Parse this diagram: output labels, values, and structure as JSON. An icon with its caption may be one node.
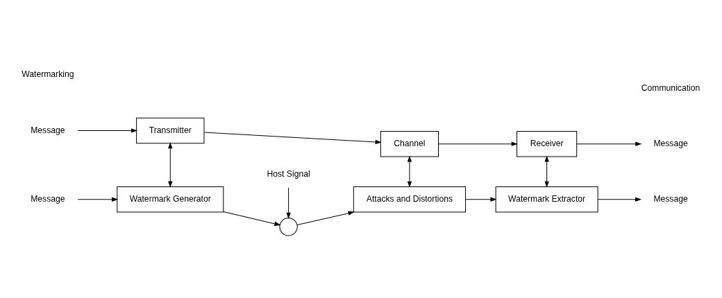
{
  "diagram": {
    "nodes": [
      {
        "text": [
          "Message"
        ]
      },
      {
        "text": [
          "Transmitter"
        ]
      },
      {
        "text": [
          "Channel"
        ]
      },
      {
        "text": [
          "Receiver"
        ]
      },
      {
        "text": [
          "Message"
        ]
      },
      {
        "text": [
          "Message"
        ]
      },
      {
        "text": [
          "Watermark Generator"
        ]
      },
      {
        "text": [],
        "shape": "circle"
      },
      {
        "text": [
          "Attacks and Distortions"
        ]
      },
      {
        "text": [
          "Watermark Extractor"
        ]
      },
      {
        "text": [
          "Message"
        ]
      },
      {
        "text": [
          "Host Signal"
        ]
      }
    ],
    "edges": [
      {
        "from": 0,
        "to": 1,
        "arrow": "to"
      },
      {
        "from": 1,
        "to": 2,
        "arrow": "to"
      },
      {
        "from": 2,
        "to": 3,
        "arrow": "to"
      },
      {
        "from": 3,
        "to": 4,
        "arrow": "to"
      },
      {
        "from": 1,
        "to": 6,
        "arrow": "both"
      },
      {
        "from": 2,
        "to": 8,
        "arrow": "both"
      },
      {
        "from": 3,
        "to": 9,
        "arrow": "both"
      },
      {
        "from": 5,
        "to": 6,
        "arrow": "to"
      },
      {
        "from": 6,
        "to": 7,
        "arrow": "to"
      },
      {
        "from": 7,
        "to": 8,
        "arrow": "to"
      },
      {
        "from": 8,
        "to": 9,
        "arrow": "to"
      },
      {
        "from": 9,
        "to": 10,
        "arrow": "to"
      },
      {
        "from": 11,
        "to": 7,
        "arrow": "to"
      }
    ],
    "labels": [
      "Communication",
      "Watermarking"
    ]
  }
}
